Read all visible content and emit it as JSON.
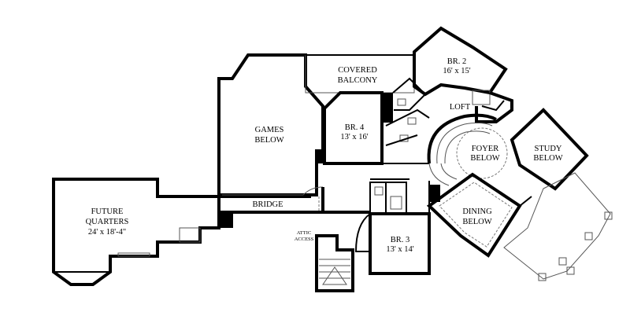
{
  "rooms": {
    "future_quarters": {
      "name": "FUTURE",
      "name2": "QUARTERS",
      "dims": "24' x 18'-4\""
    },
    "games": {
      "name": "GAMES",
      "sub": "BELOW"
    },
    "covered_balcony": {
      "name": "COVERED",
      "name2": "BALCONY"
    },
    "br2": {
      "name": "BR. 2",
      "dims": "16' x 15'"
    },
    "br4": {
      "name": "BR. 4",
      "dims": "13' x 16'"
    },
    "loft": {
      "name": "LOFT"
    },
    "foyer": {
      "name": "FOYER",
      "sub": "BELOW"
    },
    "study": {
      "name": "STUDY",
      "sub": "BELOW"
    },
    "dining": {
      "name": "DINING",
      "sub": "BELOW"
    },
    "bridge": {
      "name": "BRIDGE"
    },
    "br3": {
      "name": "BR. 3",
      "dims": "13' x 14'"
    },
    "attic": {
      "line1": "ATTIC",
      "line2": "ACCESS"
    }
  }
}
